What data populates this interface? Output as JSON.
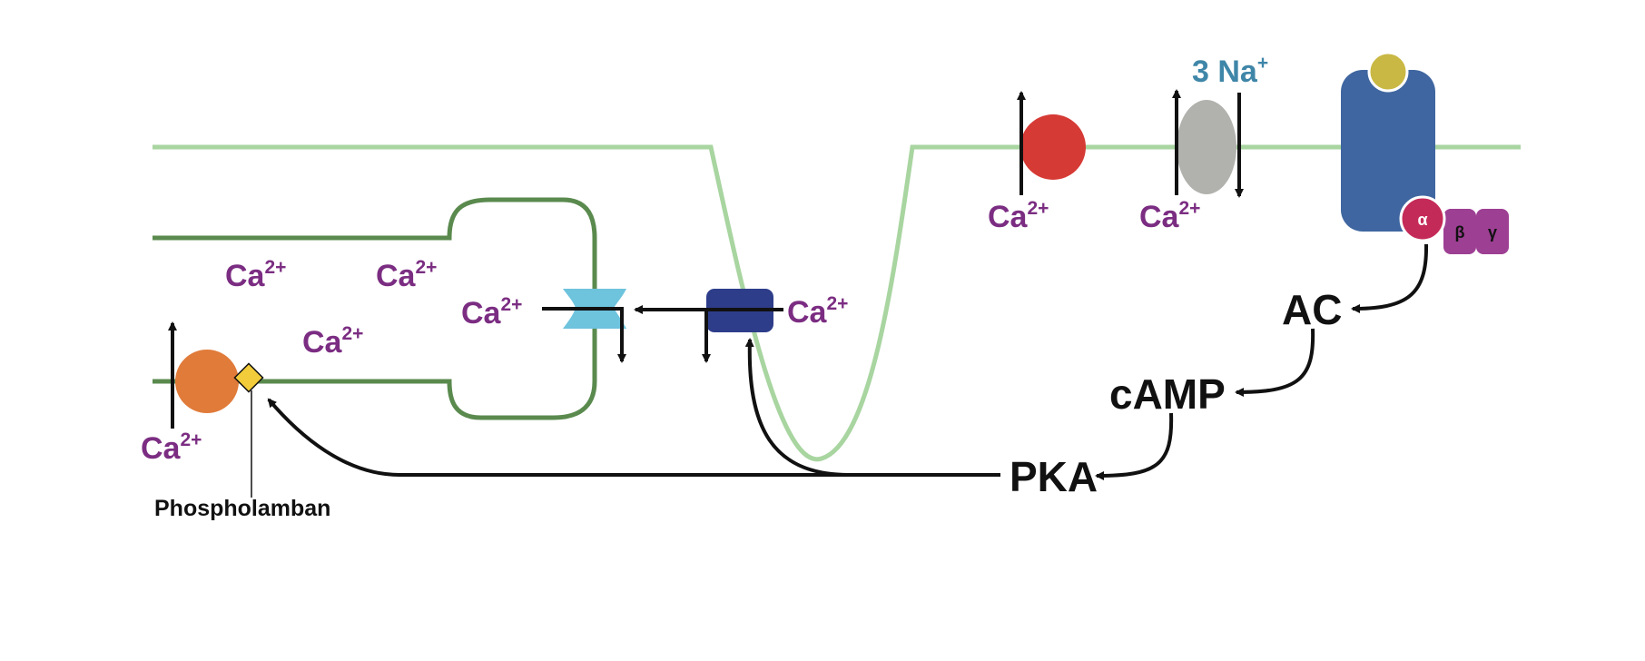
{
  "colors": {
    "calcium_label": "#7b2d82",
    "sodium_label": "#3f86a8",
    "sarcolemma": "#a8d5a0",
    "sr_membrane": "#5a8a4e",
    "serca_pump": "#e07b3a",
    "phospholamban": "#f2cc3a",
    "ryanodine_receptor": "#6ec3dd",
    "l_type_channel": "#2e3d8a",
    "pmca_pump": "#d63a35",
    "ncx_exchanger": "#b1b1ad",
    "receptor": "#3f66a0",
    "ligand": "#c9b844",
    "g_alpha": "#c42a58",
    "g_beta_gamma": "#9d3f93",
    "arrow": "#111111"
  },
  "labels": {
    "ca_base": "Ca",
    "ca_superscript": "2+",
    "na_base": "3 Na",
    "na_superscript": "+",
    "phospholamban": "Phospholamban",
    "ac": "AC",
    "camp": "cAMP",
    "pka": "PKA",
    "g_alpha": "α",
    "g_beta": "β",
    "g_gamma": "γ"
  }
}
